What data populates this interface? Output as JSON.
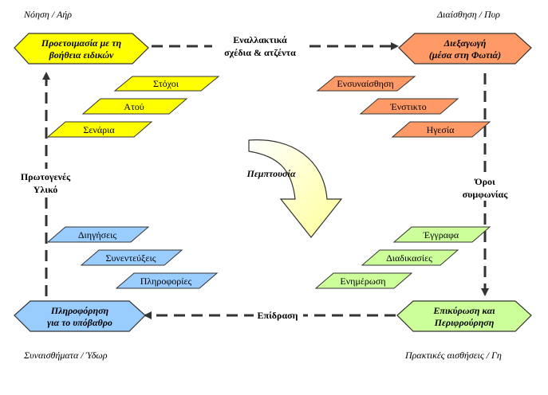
{
  "corners": {
    "top_left": "Νόηση / Αήρ",
    "top_right": "Διαίσθηση / Πυρ",
    "bottom_left": "Συναισθήματα / Ύδωρ",
    "bottom_right": "Πρακτικές αισθήσεις / Γη"
  },
  "hexagons": {
    "top_left": {
      "line1": "Προετοιμασία με τη",
      "line2": "βοήθεια ειδικών",
      "color": "#ffff00"
    },
    "top_right": {
      "line1": "Διεξαγωγή",
      "line2": "(μέσα στη Φωτιά)",
      "color": "#ff9966"
    },
    "bottom_left": {
      "line1": "Πληροφόρηση",
      "line2": "για το υπόβαθρο",
      "color": "#99ccff"
    },
    "bottom_right": {
      "line1": "Επικύρωση και",
      "line2": "Περιφρούρηση",
      "color": "#ccff99"
    }
  },
  "arrows": {
    "top": {
      "line1": "Εναλλακτικά",
      "line2": "σχέδια & ατζέντα"
    },
    "right": {
      "line1": "Όροι",
      "line2": "συμφωνίας"
    },
    "bottom": {
      "line1": "Επίδραση"
    },
    "left": {
      "line1": "Πρωτογενές",
      "line2": "Υλικό"
    }
  },
  "center": {
    "label": "Πεμπτουσία"
  },
  "groups": {
    "yellow": {
      "color": "#ffff00",
      "items": [
        "Στόχοι",
        "Ατού",
        "Σενάρια"
      ]
    },
    "orange": {
      "color": "#ff9966",
      "items": [
        "Ενσυναίσθηση",
        "Ένστικτο",
        "Ηγεσία"
      ]
    },
    "blue": {
      "color": "#99ccff",
      "items": [
        "Διηγήσεις",
        "Συνεντεύξεις",
        "Πληροφορίες"
      ]
    },
    "green": {
      "color": "#ccff99",
      "items": [
        "Έγγραφα",
        "Διαδικασίες",
        "Ενημέρωση"
      ]
    }
  }
}
